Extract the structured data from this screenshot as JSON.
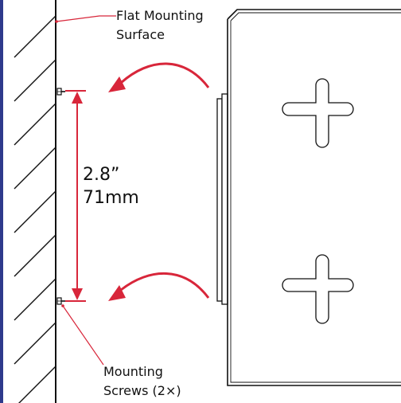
{
  "labels": {
    "surface_line1": "Flat Mounting",
    "surface_line2": "Surface",
    "dimension_in": "2.8”",
    "dimension_mm": "71mm",
    "screws_line1": "Mounting",
    "screws_line2": "Screws (2×)"
  },
  "colors": {
    "frame": "#2e3a8c",
    "line": "#111111",
    "accent": "#d8263a"
  },
  "icons": {
    "keyhole": "cross-keyhole-icon",
    "screw": "screw-icon",
    "arrow": "curved-arrow-icon"
  }
}
